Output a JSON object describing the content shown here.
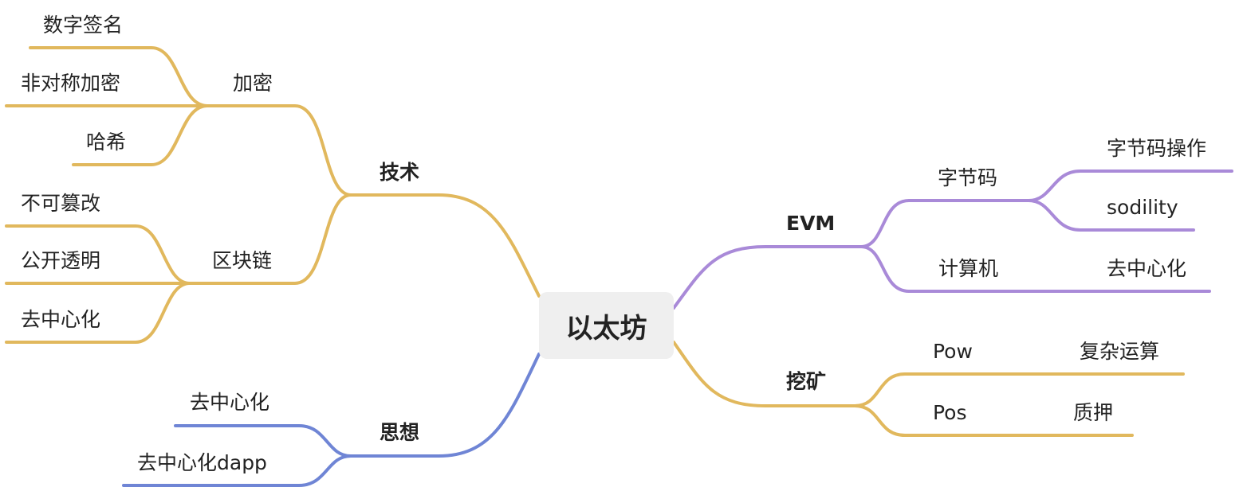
{
  "colors": {
    "tech": "#e1b85d",
    "evm": "#a98ad8",
    "mining": "#e1b85d",
    "thought": "#6f85d5"
  },
  "root": {
    "label": "以太坊"
  },
  "nodes": {
    "tech": {
      "label": "技术",
      "crypto": {
        "label": "加密",
        "children": [
          "数字签名",
          "非对称加密",
          "哈希"
        ]
      },
      "blockchain": {
        "label": "区块链",
        "children": [
          "不可篡改",
          "公开透明",
          "去中心化"
        ]
      }
    },
    "thought": {
      "label": "思想",
      "children": [
        "去中心化",
        "去中心化dapp"
      ]
    },
    "evm": {
      "label": "EVM",
      "bytecode": {
        "label": "字节码",
        "children": [
          "字节码操作",
          "sodility"
        ]
      },
      "computer": {
        "label": "计算机",
        "child": "去中心化"
      }
    },
    "mining": {
      "label": "挖矿",
      "pow": {
        "label": "Pow",
        "child": "复杂运算"
      },
      "pos": {
        "label": "Pos",
        "child": "质押"
      }
    }
  }
}
